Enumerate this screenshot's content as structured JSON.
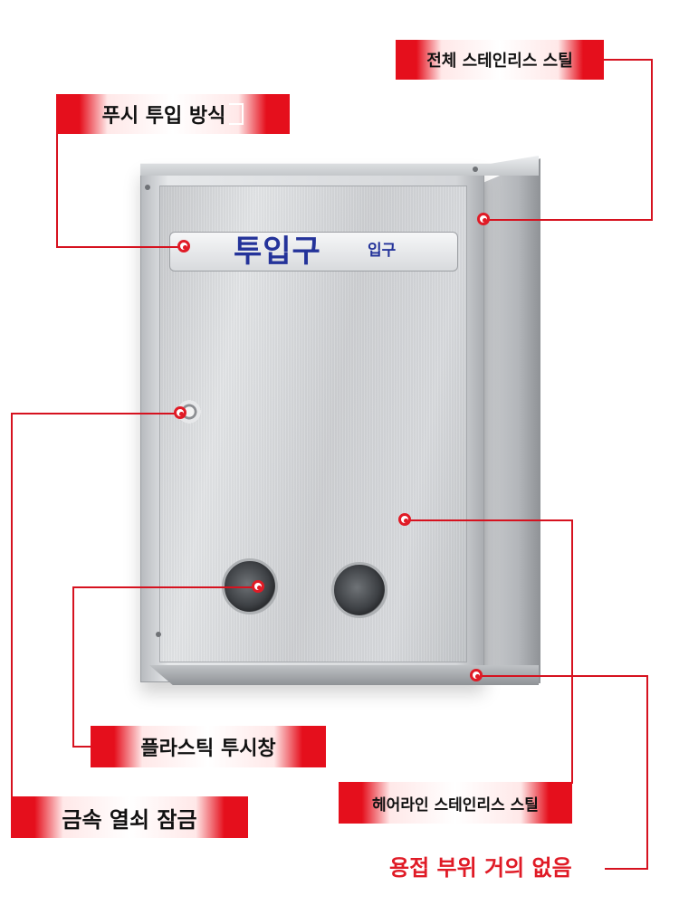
{
  "product": {
    "slot_label_main": "투입구",
    "slot_label_sub": "입구"
  },
  "callouts": {
    "full_stainless": "전체 스테인리스 스틸",
    "push_input": "푸시 투입 방식",
    "metal_lock": "금속 열쇠 잠금",
    "hairline_stainless": "헤어라인 스테인리스 스틸",
    "plastic_window": "플라스틱 투시창",
    "no_weld": "용접 부위 거의 없음"
  },
  "colors": {
    "accent_red": "#e01b26",
    "slot_text_blue": "#24339a"
  }
}
